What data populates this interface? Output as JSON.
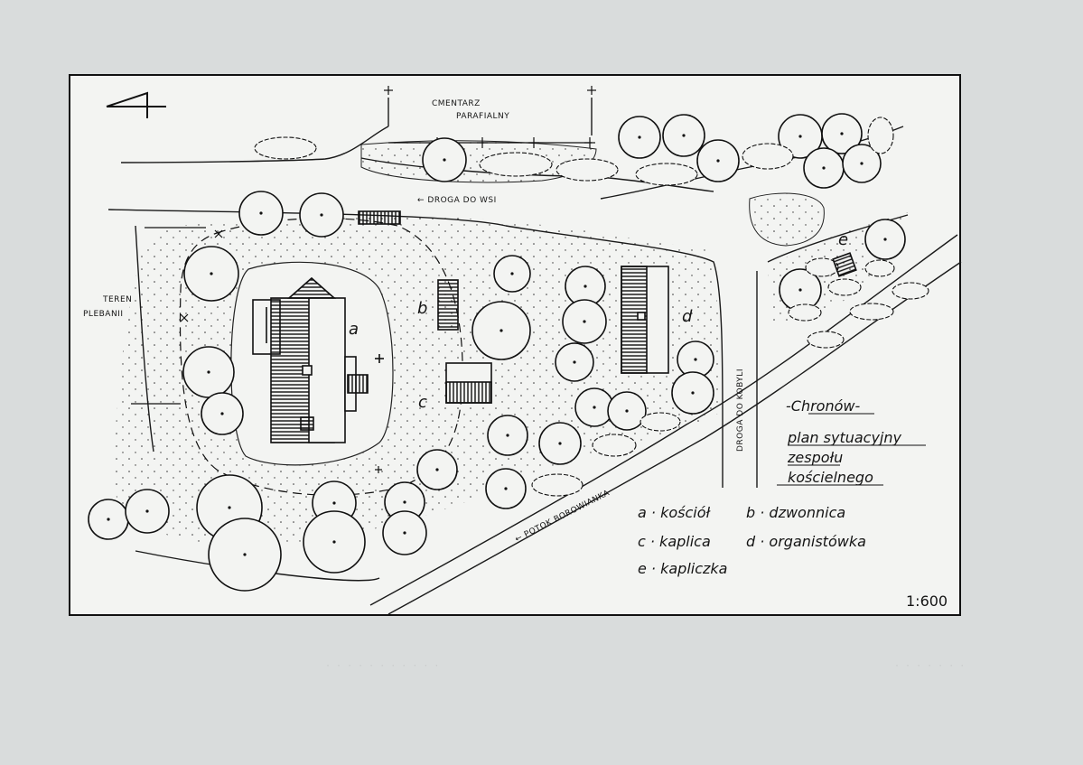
{
  "labels": {
    "cemetery_line1": "CMENTARZ",
    "cemetery_line2": "PARAFIALNY",
    "road_to_village": "← DROGA DO WSI",
    "presbytery_line1": "TEREN",
    "presbytery_line2": "PLEBANII",
    "road_to_kobyla": "DROGA DO KOBYLI",
    "stream": "← POTOK BOROWIANKA"
  },
  "buildings": {
    "a": "a",
    "b": "b",
    "c": "c",
    "d": "d",
    "e": "e"
  },
  "title": {
    "line1": "-Chronów-",
    "line2": "plan sytuacyjny",
    "line3": "zespołu",
    "line4": "kościelnego"
  },
  "legend": {
    "a": "a · kościół",
    "b": "b · dzwonnica",
    "c": "c · kaplica",
    "d": "d · organistówka",
    "e": "e · kapliczka"
  },
  "scale": "1:600"
}
